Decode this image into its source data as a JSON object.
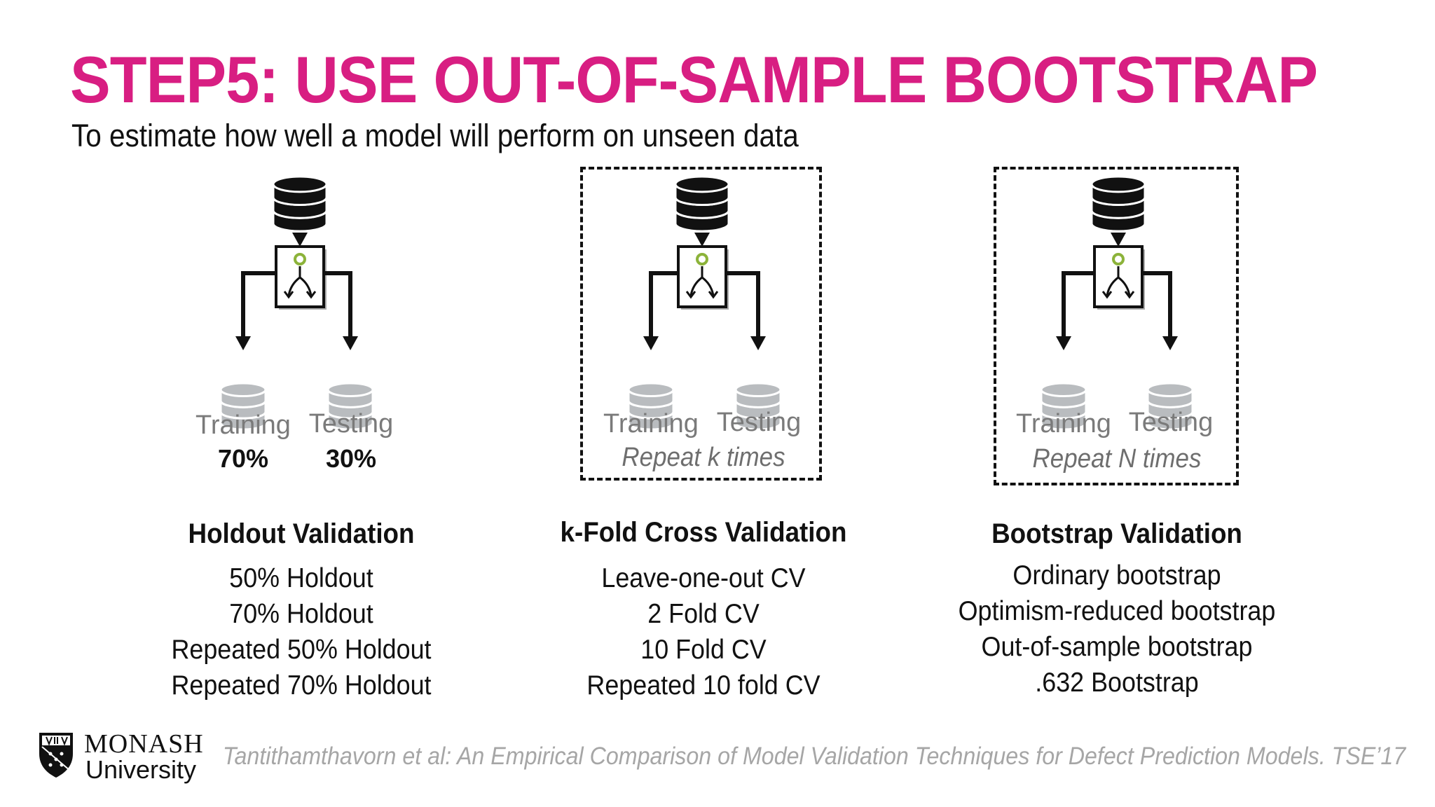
{
  "slide": {
    "title": "STEP5: USE OUT-OF-SAMPLE BOOTSTRAP",
    "subtitle": "To estimate how well a model will perform on unseen data",
    "accent_color": "#d81e82"
  },
  "columns": [
    {
      "training_label": "Training",
      "testing_label": "Testing",
      "training_pct": "70%",
      "testing_pct": "30%",
      "repeat_label": "",
      "method_title": "Holdout Validation",
      "methods": [
        "50% Holdout",
        "70% Holdout",
        "Repeated 50% Holdout",
        "Repeated 70% Holdout"
      ]
    },
    {
      "training_label": "Training",
      "testing_label": "Testing",
      "training_pct": "",
      "testing_pct": "",
      "repeat_label": "Repeat k times",
      "method_title": "k-Fold Cross Validation",
      "methods": [
        "Leave-one-out CV",
        "2 Fold CV",
        "10 Fold CV",
        "Repeated 10 fold CV"
      ]
    },
    {
      "training_label": "Training",
      "testing_label": "Testing",
      "training_pct": "",
      "testing_pct": "",
      "repeat_label": "Repeat N times",
      "method_title": "Bootstrap Validation",
      "methods": [
        "Ordinary bootstrap",
        "Optimism-reduced bootstrap",
        "Out-of-sample bootstrap",
        ".632 Bootstrap"
      ]
    }
  ],
  "icons": {
    "source": "database-icon",
    "splitter": "split-icon",
    "subset": "database-icon"
  },
  "footer": {
    "logo_line1": "MONASH",
    "logo_line2": "University",
    "citation": "Tantithamthavorn et al: An Empirical Comparison of Model Validation Techniques for Defect Prediction Models. TSE’17"
  }
}
